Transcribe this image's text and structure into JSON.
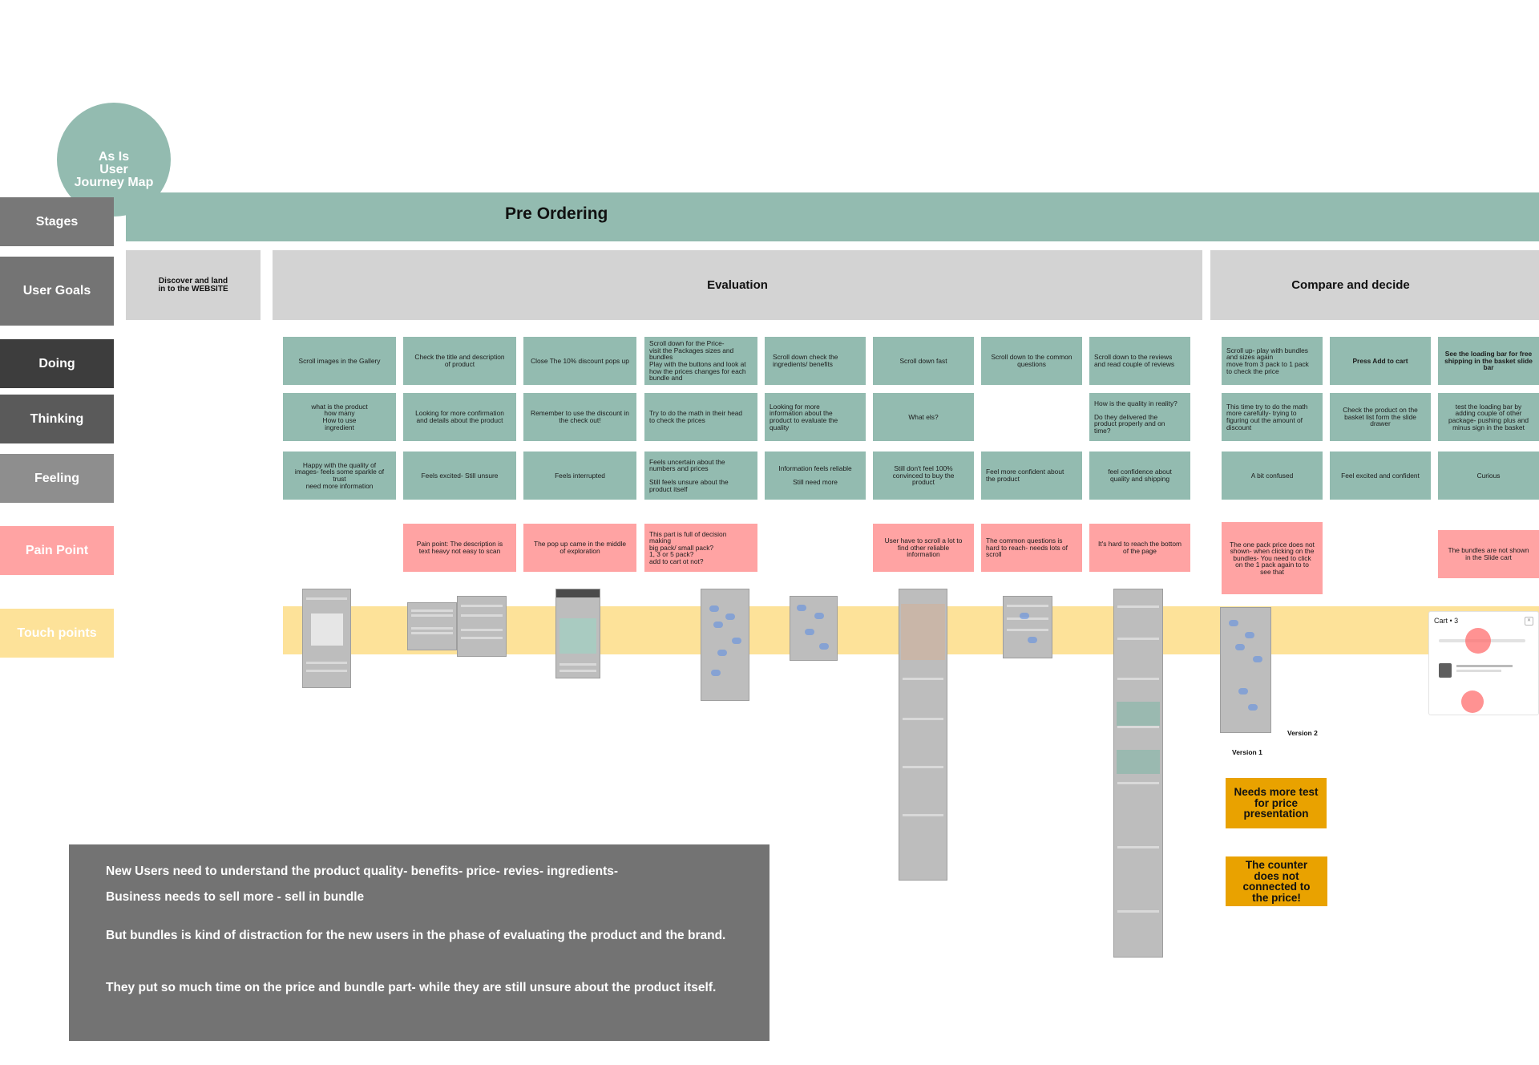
{
  "title_circle": "As Is\nUser\nJourney Map",
  "row_labels": {
    "stages": "Stages",
    "user_goals": "User Goals",
    "doing": "Doing",
    "thinking": "Thinking",
    "feeling": "Feeling",
    "pain_point": "Pain Point",
    "touch_points": "Touch points"
  },
  "colors": {
    "teal": "#93bbb0",
    "grey_goal": "#d3d3d3",
    "pain": "#ffa3a3",
    "touch_band": "#fde299",
    "note": "#e9a200",
    "summary_bg": "#737373"
  },
  "stage": "Pre Ordering",
  "goals": {
    "discover": "Discover and land\nin to the WEBSITE",
    "evaluation": "Evaluation",
    "compare": "Compare and  decide"
  },
  "columns": [
    {
      "doing": "Scroll images in the Gallery",
      "thinking": "what is the product\nhow many\nHow to use\ningredient",
      "feeling": "Happy with the quality of\nimages- feels some sparkle of\ntrust\nneed more information",
      "pain": ""
    },
    {
      "doing": "Check the title and description\nof product",
      "thinking": "Looking for more confirmation\nand details about the product",
      "feeling": "Feels excited- Still unsure",
      "pain": "Pain point: The description is\ntext heavy not easy to scan"
    },
    {
      "doing": "Close The 10% discount pops up",
      "thinking": "Remember to use the discount in\nthe check out!",
      "feeling": "Feels interrupted",
      "pain": "The pop up came in the middle\nof exploration"
    },
    {
      "doing": "Scroll down for the Price-\nvisit the Packages sizes and\nbundles\nPlay with the buttons and look at\nhow the prices changes for each\nbundle and",
      "thinking": "Try to do the math in their head\nto check the prices",
      "feeling": "Feels uncertain about the\nnumbers and prices\n\nStill feels unsure about the\nproduct itself",
      "pain": "This part is full of decision\nmaking\nbig pack/ small pack?\n1, 3 or 5 pack?\nadd to cart ot not?"
    },
    {
      "doing": "Scroll down check the\ningredients/ benefits",
      "thinking": "Looking for more\ninformation about the\nproduct to evaluate the\nquality",
      "feeling": "Information feels reliable\n\nStill need more",
      "pain": ""
    },
    {
      "doing": "Scroll down fast",
      "thinking": "What els?",
      "feeling": "Still don't feel 100%\nconvinced to buy the\nproduct",
      "pain": "User have to scroll a lot to\nfind other reliable\ninformation"
    },
    {
      "doing": "Scroll down to the common\nquestions",
      "thinking": "",
      "feeling": "Feel more confident about\nthe product",
      "pain": "The common questions is\nhard to reach- needs lots of\nscroll"
    },
    {
      "doing": "Scroll down to the reviews\nand read couple of reviews",
      "thinking": "How is the quality in reality?\n\nDo they delivered  the\nproduct properly and on\ntime?",
      "feeling": "feel confidence about\nquality and shipping",
      "pain": "It's hard to reach the bottom\nof the page"
    },
    {
      "doing": "Scroll up- play with bundles\nand sizes again\nmove from 3 pack to 1 pack\nto check the price",
      "thinking": "This time try to do the math\nmore carefully- trying to\nfiguring out the amount of\ndiscount",
      "feeling": "A bit confused",
      "pain": "The one pack price does not\nshown- when clicking on the\nbundles- You need to click\non the 1 pack again to to\nsee that"
    },
    {
      "doing": "Press Add to cart",
      "thinking": "Check the product on the\nbasket list form the slide\ndrawer",
      "feeling": "Feel excited and confident",
      "pain": ""
    },
    {
      "doing": "See the loading bar for free\nshipping in the basket slide bar",
      "thinking": "test the loading bar by\nadding couple of other\npackage- pushing plus and\nminus sign in the basket",
      "feeling": "Curious",
      "pain": "The bundles are not shown\nin the Slide cart"
    }
  ],
  "touch_points": {
    "version1": "Version 1",
    "version2": "Version 2",
    "cart_title": "Cart • 3"
  },
  "notes": {
    "note1": "Needs more test\nfor price\npresentation",
    "note2": "The counter\ndoes not\nconnected to\nthe price!"
  },
  "summary": {
    "line1": "New Users need to understand the product quality- benefits- price- revies- ingredients-",
    "line2": "Business needs to sell more - sell in bundle",
    "line3": "But bundles is kind of distraction for the new users in the phase of evaluating the product and the brand.",
    "line4": "They put so much time on the price and bundle part- while they are still unsure about the product itself."
  }
}
